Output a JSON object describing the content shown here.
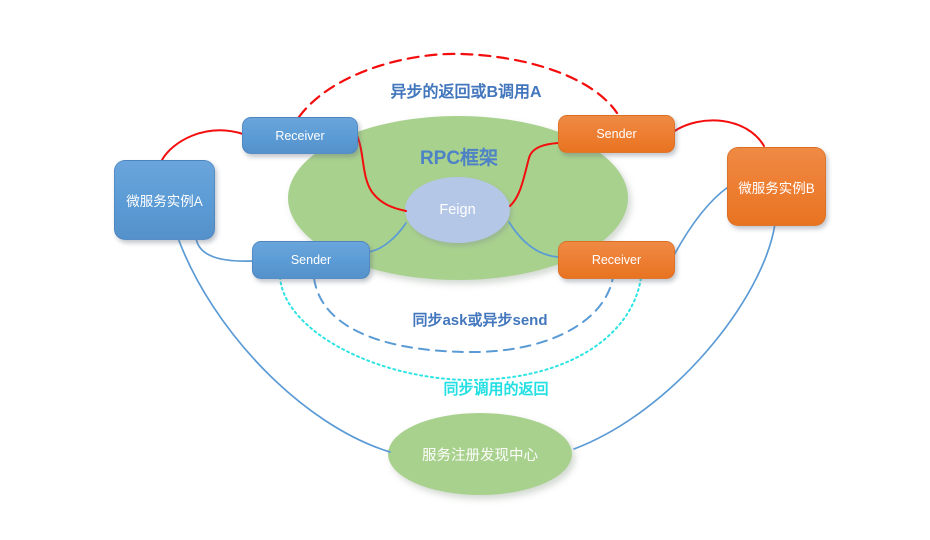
{
  "nodes": {
    "instance_a": {
      "label": "微服务实例A",
      "fill": "#5b9bd5"
    },
    "receiver_a": {
      "label": "Receiver",
      "fill": "#5b9bd5"
    },
    "sender_a": {
      "label": "Sender",
      "fill": "#5b9bd5"
    },
    "sender_b": {
      "label": "Sender",
      "fill": "#ed7d31"
    },
    "receiver_b": {
      "label": "Receiver",
      "fill": "#ed7d31"
    },
    "instance_b": {
      "label": "微服务实例B",
      "fill": "#ed7d31"
    },
    "rpc_framework": {
      "label": "RPC框架",
      "fill": "#a9d18e",
      "label_color": "#4d82c6"
    },
    "feign": {
      "label": "Feign",
      "fill": "#b4c7e7"
    },
    "registry": {
      "label": "服务注册发现中心",
      "fill": "#a9d18e"
    }
  },
  "edge_labels": {
    "async_return": {
      "text": "异步的返回或B调用A",
      "color": "#4377bd"
    },
    "sync_ask": {
      "text": "同步ask或异步send",
      "color": "#4377bd"
    },
    "sync_return": {
      "text": "同步调用的返回",
      "color": "#21dfe3"
    }
  },
  "edge_colors": {
    "rpc_call_line": "#f40d0d",
    "link_line": "#5b9bd5",
    "sync_return_line": "#2ee3e3"
  }
}
